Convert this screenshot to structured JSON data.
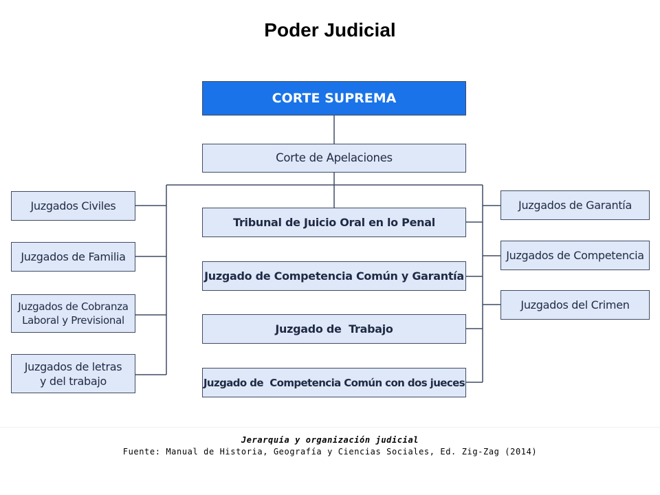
{
  "title": "Poder Judicial",
  "nodes": {
    "corte_suprema": "CORTE SUPREMA",
    "corte_apelaciones": "Corte de Apelaciones",
    "center": [
      "Tribunal de Juicio Oral en lo Penal",
      "Juzgado de Competencia Común y Garantía",
      "Juzgado de  Trabajo",
      "Juzgado de  Competencia Común con dos jueces"
    ],
    "left": [
      "Juzgados Civiles",
      "Juzgados de Familia",
      "Juzgados de Cobranza\nLaboral y Previsional",
      "Juzgados de letras\ny del trabajo"
    ],
    "right": [
      "Juzgados de Garantía",
      "Juzgados de Competencia",
      "Juzgados del Crimen"
    ]
  },
  "caption": {
    "title": "Jerarquía y organización judicial",
    "source": "Fuente: Manual de Historia, Geografía y Ciencias Sociales, Ed. Zig-Zag (2014)"
  },
  "colors": {
    "top_box": "#1a73e8",
    "box_fill": "#dfe8f8",
    "border": "#3f4a63",
    "connector": "#3f4a63"
  }
}
